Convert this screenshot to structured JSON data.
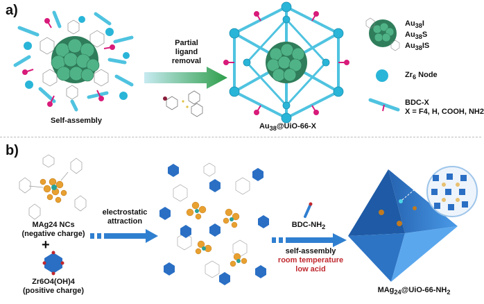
{
  "panel_a": {
    "label": "a)",
    "left_caption": "Self-assembly",
    "arrow_caption": [
      "Partial",
      "ligand",
      "removal"
    ],
    "product_caption": {
      "prefix": "Au",
      "sub": "38",
      "suffix": "@UiO-66-X"
    },
    "legend": {
      "cluster_variants": [
        {
          "prefix": "Au",
          "sub": "38",
          "suffix": "I"
        },
        {
          "prefix": "Au",
          "sub": "38",
          "suffix": "S"
        },
        {
          "prefix": "Au",
          "sub": "38",
          "suffix": "IS"
        }
      ],
      "node": {
        "prefix": "Zr",
        "sub": "6",
        "suffix": " Node"
      },
      "linker_title": "BDC-X",
      "linker_variants": "X = F4, H, COOH, NH2"
    },
    "colors": {
      "sphere": "#3f9a72",
      "node": "#29b5d8",
      "linker": "#4fc3e0",
      "ligand_tip": "#d81b7a",
      "arrow": "#2e9e4a"
    }
  },
  "panel_b": {
    "label": "b)",
    "cluster_caption": [
      "MAg24 NCs",
      "(negative charge)"
    ],
    "plus": "+",
    "zr_caption": [
      "Zr6O4(OH)4",
      "(positive charge)"
    ],
    "arrow1_caption": [
      "electrostatic",
      "attraction"
    ],
    "linker_caption": "BDC-NH2",
    "conditions": [
      "self-assembly",
      "room temperature",
      "low acid"
    ],
    "product_caption": "MAg24@UiO-66-NH2",
    "colors": {
      "cluster": "#e8a030",
      "node": "#2a6fc4",
      "arrow": "#2f7fd0",
      "octahedron": "#3a8fe0",
      "highlight_text": "#c0282e"
    }
  }
}
